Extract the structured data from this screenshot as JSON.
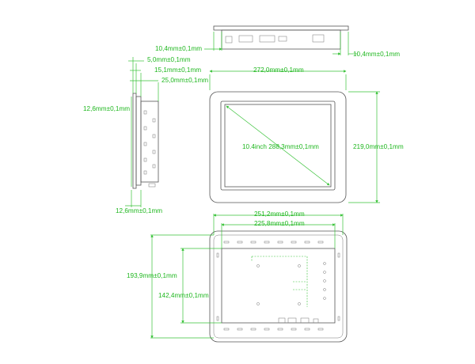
{
  "top_view": {
    "dim_left": "10,4mm±0,1mm",
    "dim_right": "10,4mm±0,1mm"
  },
  "side_view": {
    "dim_a": "5,0mm±0,1mm",
    "dim_b": "15,1mm±0,1mm",
    "dim_c": "25,0mm±0,1mm",
    "dim_height": "12,6mm±0,1mm",
    "dim_bottom": "12,6mm±0,1mm"
  },
  "front_view": {
    "width": "272,0mm±0,1mm",
    "height": "219,0mm±0,1mm",
    "diagonal": "10.4inch 288,3mm±0,1mm"
  },
  "back_view": {
    "width_outer": "251,2mm±0,1mm",
    "width_inner": "225,8mm±0,1mm",
    "height_outer": "193,9mm±0,1mm",
    "height_inner": "142,4mm±0,1mm"
  },
  "colors": {
    "dimension": "#1fb71f",
    "outline": "#555555"
  }
}
